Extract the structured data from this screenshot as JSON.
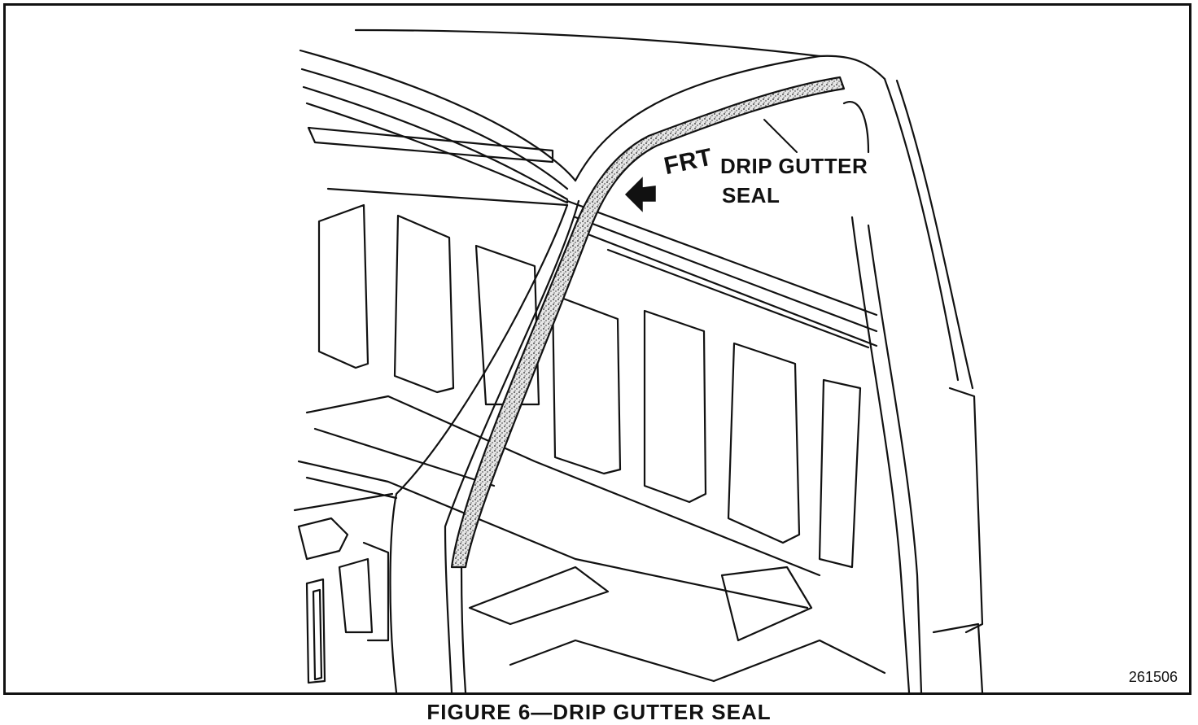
{
  "figure": {
    "callout_frt": "FRT",
    "callout_drip_line1": "DRIP GUTTER",
    "callout_drip_line2": "SEAL",
    "part_number": "261506",
    "caption": "FIGURE 6—DRIP GUTTER SEAL"
  },
  "colors": {
    "ink": "#111111",
    "paper": "#ffffff",
    "seal_fill": "#d9d9d9"
  }
}
